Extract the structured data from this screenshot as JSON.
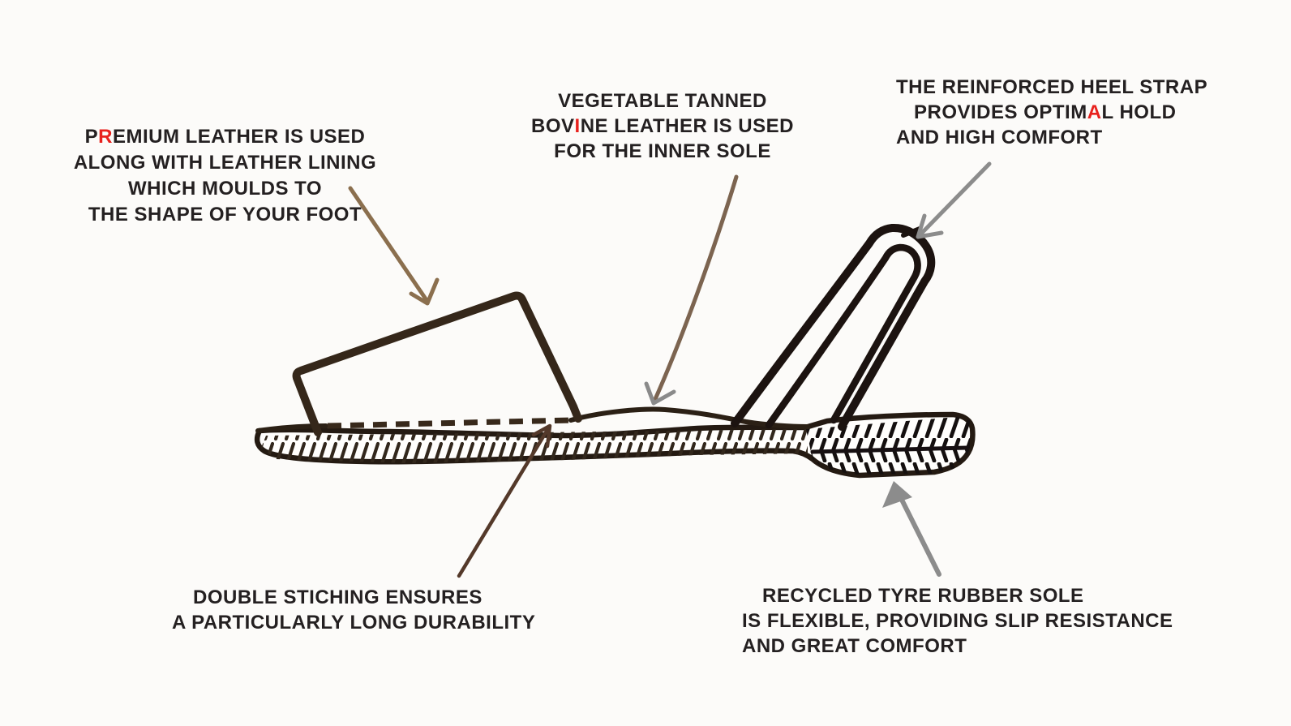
{
  "figure": {
    "type": "product-infographic",
    "subject": "Hand-drawn side view of an avarca leather sandal with feature callouts"
  },
  "palette": {
    "background": "#fcfbf9",
    "text": "#242021",
    "accent_red": "#e8211d",
    "sole_ink": "#241a12",
    "strap_ink": "#35271a",
    "heel_strap_ink": "#1c1310",
    "stitch_ink": "#38291b",
    "arrow_brown": "#8b6f4e",
    "arrow_tan": "#7c6450",
    "arrow_gray": "#8c8c8c",
    "arrow_maroon": "#54392a"
  },
  "callouts": {
    "premium_leather": {
      "position": "top-left",
      "lines": [
        {
          "pre": "P",
          "red": "R",
          "post": "EMIUM LEATHER IS USED"
        },
        {
          "pre": "ALONG WITH LEATHER LINING",
          "red": "",
          "post": ""
        },
        {
          "pre": "WHICH MOULDS TO",
          "red": "",
          "post": ""
        },
        {
          "pre": "THE SHAPE OF YOUR FOOT",
          "red": "",
          "post": ""
        }
      ]
    },
    "inner_sole": {
      "position": "top-center",
      "lines": [
        {
          "pre": "VEGETABLE TANNED",
          "red": "",
          "post": ""
        },
        {
          "pre": "BOV",
          "red": "I",
          "post": "NE LEATHER IS USED"
        },
        {
          "pre": "FOR THE INNER SOLE",
          "red": "",
          "post": ""
        }
      ]
    },
    "heel_strap": {
      "position": "top-right",
      "lines": [
        {
          "pre": "THE REINFORCED HEEL STRAP",
          "red": "",
          "post": ""
        },
        {
          "pre": "PROVIDES OPTIM",
          "red": "A",
          "post": "L HOLD"
        },
        {
          "pre": "AND HIGH COMFORT",
          "red": "",
          "post": ""
        }
      ]
    },
    "stitching": {
      "position": "bottom-left",
      "lines": [
        {
          "pre": "DOUBLE STICHING ENSURES",
          "red": "",
          "post": ""
        },
        {
          "pre": "A PARTICULARLY LONG DURABILITY",
          "red": "",
          "post": ""
        }
      ]
    },
    "rubber_sole": {
      "position": "bottom-right",
      "lines": [
        {
          "pre": "RECYCLED TYRE RUBBER SOLE",
          "red": "",
          "post": ""
        },
        {
          "pre": "IS FLEXIBLE, PROVIDING SLIP RESISTANCE",
          "red": "",
          "post": ""
        },
        {
          "pre": "AND GREAT COMFORT",
          "red": "",
          "post": ""
        }
      ]
    }
  },
  "diagram": {
    "parts": [
      "toe-strap",
      "heel-strap",
      "footbed-line",
      "stitch-dashes",
      "outsole-band",
      "heel-tread-block"
    ],
    "arrows": [
      {
        "name": "arrow-premium-leather",
        "from": "premium_leather",
        "to": "toe-strap"
      },
      {
        "name": "arrow-inner-sole",
        "from": "inner_sole",
        "to": "footbed-line"
      },
      {
        "name": "arrow-heel-strap",
        "from": "heel_strap",
        "to": "heel-strap"
      },
      {
        "name": "arrow-stitching",
        "from": "stitching",
        "to": "stitch-dashes"
      },
      {
        "name": "arrow-rubber-sole",
        "from": "rubber_sole",
        "to": "heel-tread-block"
      }
    ]
  }
}
